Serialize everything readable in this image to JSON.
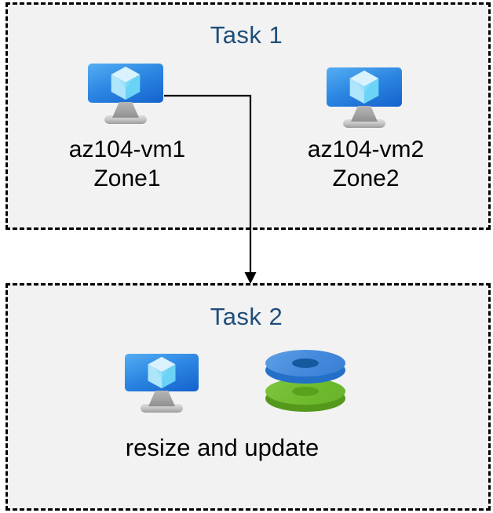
{
  "task1": {
    "title": "Task 1",
    "vms": [
      {
        "name": "az104-vm1",
        "zone": "Zone1"
      },
      {
        "name": "az104-vm2",
        "zone": "Zone2"
      }
    ]
  },
  "task2": {
    "title": "Task 2",
    "caption": "resize and update"
  },
  "icons": {
    "vm": "azure-virtual-machine-icon",
    "disks": "azure-managed-disks-icon"
  },
  "colors": {
    "page_background": "#ffffff",
    "box_background": "#f2f2f2",
    "box_border": "#000000",
    "title_text": "#1f4e79",
    "label_text": "#000000",
    "arrow": "#000000",
    "vm_screen_top": "#55aef2",
    "vm_screen_bottom": "#1462cc",
    "vm_stand_gray": "#a3a3a3",
    "disk_blue_top": "#4389dc",
    "disk_blue_side": "#2470c8",
    "disk_blue_hole": "#15599e",
    "disk_green_top": "#6eba2d",
    "disk_green_side": "#55991c",
    "disk_green_hole": "#5aa21d"
  }
}
